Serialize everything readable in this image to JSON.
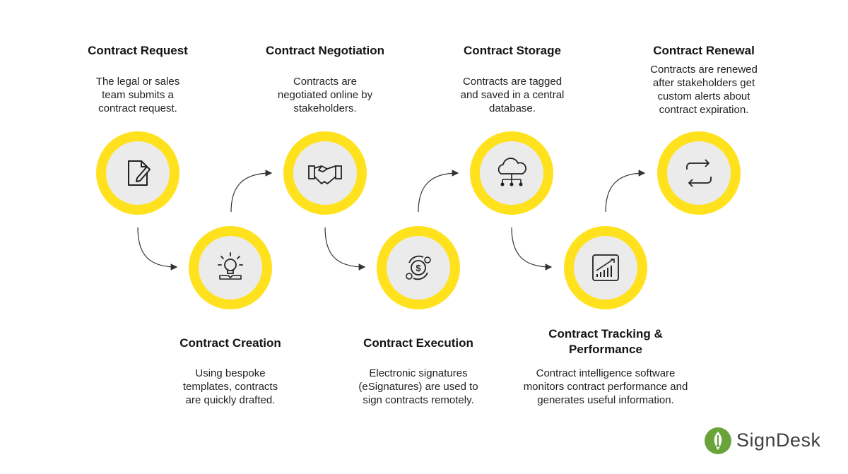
{
  "stages": [
    {
      "title": "Contract Request",
      "desc": "The legal or sales\nteam submits a\ncontract request.",
      "icon": "document-pen-icon"
    },
    {
      "title": "Contract Creation",
      "desc": "Using bespoke\ntemplates, contracts\nare quickly drafted.",
      "icon": "lightbulb-icon"
    },
    {
      "title": "Contract Negotiation",
      "desc": "Contracts are\nnegotiated online by\nstakeholders.",
      "icon": "handshake-icon"
    },
    {
      "title": "Contract Execution",
      "desc": "Electronic signatures\n(eSignatures) are used to\nsign contracts remotely.",
      "icon": "dollar-exchange-icon"
    },
    {
      "title": "Contract Storage",
      "desc": "Contracts are tagged\nand saved in a central\ndatabase.",
      "icon": "cloud-network-icon"
    },
    {
      "title": "Contract Tracking &\nPerformance",
      "desc": "Contract intelligence software\nmonitors contract performance and\ngenerates useful information.",
      "icon": "growth-chart-icon"
    },
    {
      "title": "Contract Renewal",
      "desc": "Contracts are renewed\nafter stakeholders get\ncustom alerts about\ncontract expiration.",
      "icon": "renew-arrows-icon"
    }
  ],
  "colors": {
    "ring": "#ffe21d",
    "inner": "#ebebeb",
    "logo_green": "#6aa33a"
  },
  "logo": {
    "text": "SignDesk",
    "icon": "pen-nib-leaf-icon"
  }
}
